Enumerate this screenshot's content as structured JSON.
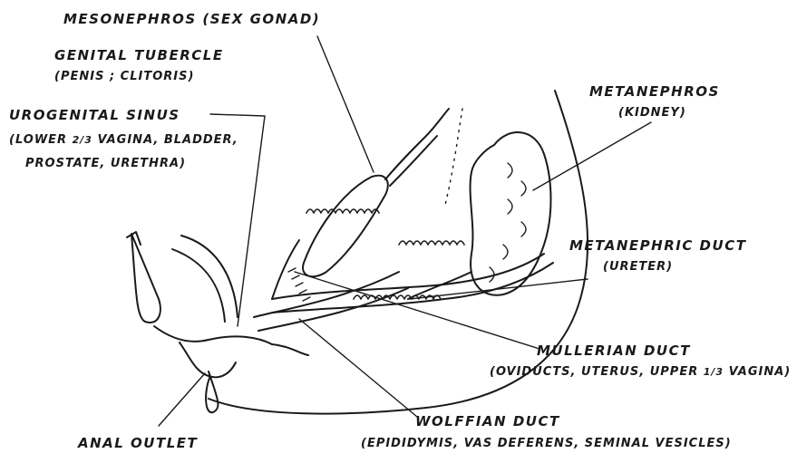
{
  "labels": {
    "mesonephros": "MESONEPHROS (SEX GONAD)",
    "genital_tubercle": "GENITAL TUBERCLE",
    "genital_tubercle_sub": "(PENIS ; CLITORIS)",
    "urogenital_sinus": "UROGENITAL SINUS",
    "urogenital_sinus_line1_a": "(LOWER",
    "urogenital_sinus_frac": "2/3",
    "urogenital_sinus_line1_b": "VAGINA, BLADDER,",
    "urogenital_sinus_line2": "PROSTATE, URETHRA)",
    "metanephros": "METANEPHROS",
    "metanephros_sub": "(KIDNEY)",
    "metanephric_duct": "METANEPHRIC DUCT",
    "metanephric_duct_sub": "(URETER)",
    "mullerian_duct": "MULLERIAN DUCT",
    "mullerian_duct_sub_a": "(OVIDUCTS, UTERUS, UPPER",
    "mullerian_duct_frac": "1/3",
    "mullerian_duct_sub_b": "VAGINA)",
    "wolffian_duct": "WOLFFIAN DUCT",
    "wolffian_duct_sub": "(EPIDIDYMIS, VAS DEFERENS, SEMINAL VESICLES)",
    "anal_outlet": "ANAL OUTLET"
  },
  "colors": {
    "ink": "#1a1a1a",
    "background": "#ffffff"
  }
}
